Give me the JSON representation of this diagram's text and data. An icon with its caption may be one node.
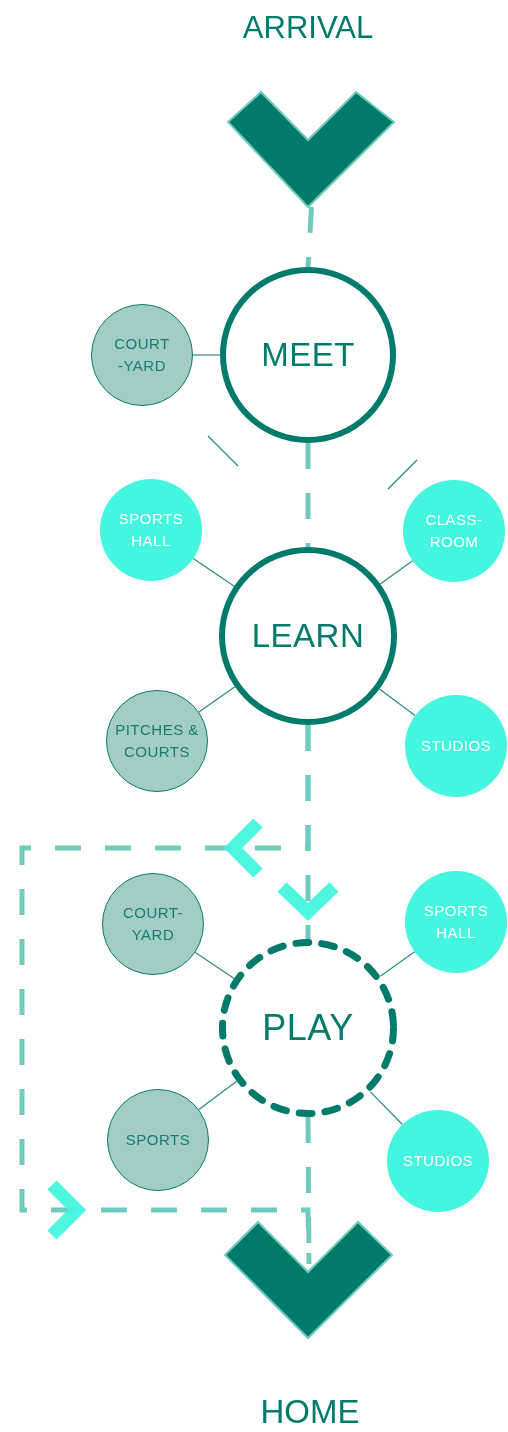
{
  "diagram": {
    "nodes": [
      {
        "text": [],
        "shape": "chevron",
        "beside": [
          "ARRIVAL"
        ]
      },
      {
        "text": [
          "MEET"
        ]
      },
      {
        "text": [
          "COURT -YARD"
        ]
      },
      {
        "text": [
          "SPORTS HALL"
        ]
      },
      {
        "text": [
          "CLASS- ROOM"
        ]
      },
      {
        "text": [
          "LEARN"
        ]
      },
      {
        "text": [
          "PITCHES & COURTS"
        ]
      },
      {
        "text": [
          "STUDIOS"
        ]
      },
      {
        "text": [
          "COURT- YARD"
        ]
      },
      {
        "text": [
          "SPORTS HALL"
        ]
      },
      {
        "text": [
          "PLAY"
        ]
      },
      {
        "text": [
          "SPORTS"
        ]
      },
      {
        "text": [
          "STUDIOS"
        ]
      },
      {
        "text": [],
        "shape": "chevron",
        "beside": [
          "HOME"
        ]
      }
    ],
    "edges": [
      {
        "from": 0,
        "to": 1,
        "arrow": "none",
        "style": "dashed",
        "color": "#6fcbbd"
      },
      {
        "from": 1,
        "to": 5,
        "arrow": "none",
        "style": "dashed",
        "color": "#6fcbbd"
      },
      {
        "from": 5,
        "to": 10,
        "arrow": "to",
        "style": "dashed",
        "color": "#6fcbbd"
      },
      {
        "from": 10,
        "to": 13,
        "arrow": "none",
        "style": "dashed",
        "color": "#6fcbbd"
      },
      {
        "from": 5,
        "to": 13,
        "arrow": "to",
        "style": "dashed",
        "color": "#6fcbbd"
      },
      {
        "from": 2,
        "to": 1,
        "arrow": "none"
      },
      {
        "from": 3,
        "to": 5,
        "arrow": "none"
      },
      {
        "from": 4,
        "to": 5,
        "arrow": "none"
      },
      {
        "from": 6,
        "to": 5,
        "arrow": "none"
      },
      {
        "from": 7,
        "to": 5,
        "arrow": "none"
      },
      {
        "from": 8,
        "to": 10,
        "arrow": "none"
      },
      {
        "from": 9,
        "to": 10,
        "arrow": "none"
      },
      {
        "from": 11,
        "to": 10,
        "arrow": "none"
      },
      {
        "from": 12,
        "to": 10,
        "arrow": "none"
      }
    ]
  }
}
